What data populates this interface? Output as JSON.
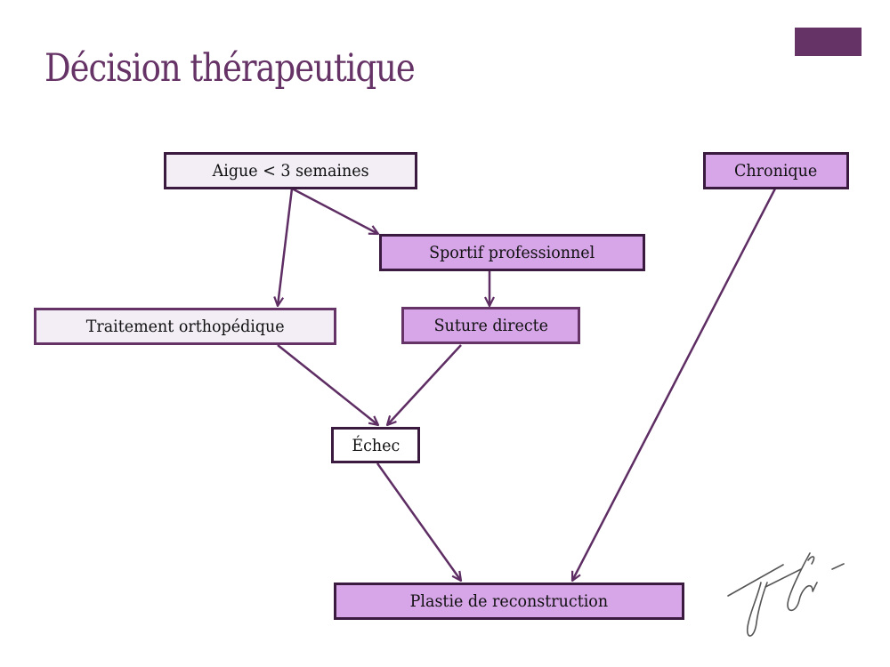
{
  "slide": {
    "title": "Décision thérapeutique",
    "accent_color": "#663366"
  },
  "nodes": {
    "aigue": {
      "label": "Aigue < 3 semaines",
      "fill": "#f3eef6"
    },
    "chronique": {
      "label": "Chronique",
      "fill": "#d7a6e8"
    },
    "sportif": {
      "label": "Sportif professionnel",
      "fill": "#d7a6e8"
    },
    "traitement": {
      "label": "Traitement orthopédique",
      "fill": "#f3eef6"
    },
    "suture": {
      "label": "Suture directe",
      "fill": "#d7a6e8"
    },
    "echec": {
      "label": "Échec",
      "fill": "#ffffff"
    },
    "plastie": {
      "label": "Plastie de reconstruction",
      "fill": "#d7a6e8"
    }
  },
  "edges": [
    {
      "from": "aigue",
      "to": "traitement"
    },
    {
      "from": "aigue",
      "to": "sportif"
    },
    {
      "from": "sportif",
      "to": "suture"
    },
    {
      "from": "traitement",
      "to": "echec"
    },
    {
      "from": "suture",
      "to": "echec"
    },
    {
      "from": "echec",
      "to": "plastie"
    },
    {
      "from": "chronique",
      "to": "plastie"
    }
  ],
  "signature": {
    "description": "handwritten signature"
  }
}
